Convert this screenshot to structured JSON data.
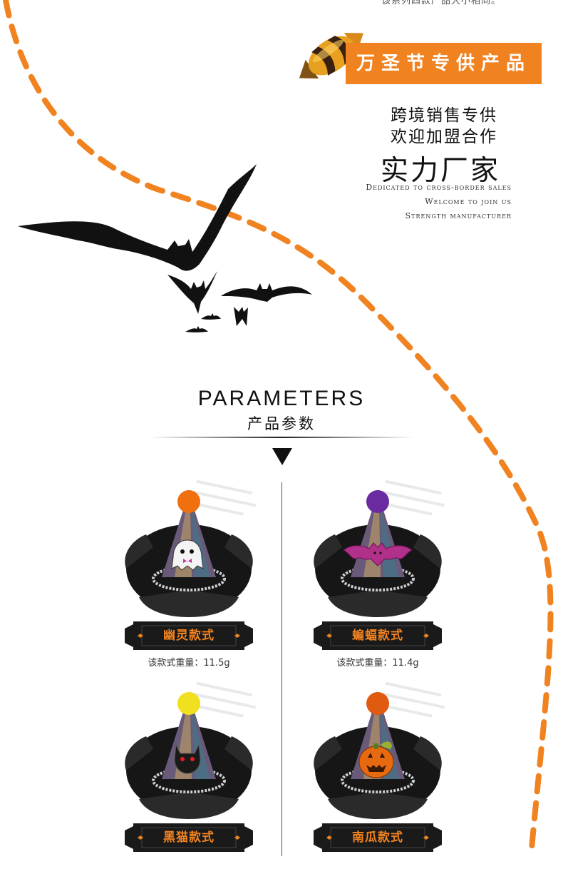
{
  "header": {
    "top_cutoff_text": "该系列四款产品大小相同。",
    "banner_label": "万圣节专供产品",
    "slogans": [
      "跨境销售专供",
      "欢迎加盟合作"
    ],
    "slogan_big": "实力厂家",
    "english_lines": [
      "Dedicated to cross-border sales",
      "Welcome to join us",
      "Strength manufacturer"
    ]
  },
  "parameters": {
    "title_en": "PARAMETERS",
    "title_cn": "产品参数"
  },
  "products": [
    {
      "name": "幽灵款式",
      "weight": "该款式重量：11.5g",
      "pom_color": "#f07010",
      "motif": "ghost"
    },
    {
      "name": "蝙蝠款式",
      "weight": "该款式重量：11.4g",
      "pom_color": "#6a2aa0",
      "motif": "bat"
    },
    {
      "name": "黑猫款式",
      "weight": "",
      "pom_color": "#f0e020",
      "motif": "cat"
    },
    {
      "name": "南瓜款式",
      "weight": "",
      "pom_color": "#e05a10",
      "motif": "pumpkin"
    }
  ],
  "colors": {
    "accent": "#f08220",
    "plaque": "#1a1a1a"
  },
  "icons": [
    "candy-icon",
    "bat-icon",
    "down-triangle-icon"
  ]
}
